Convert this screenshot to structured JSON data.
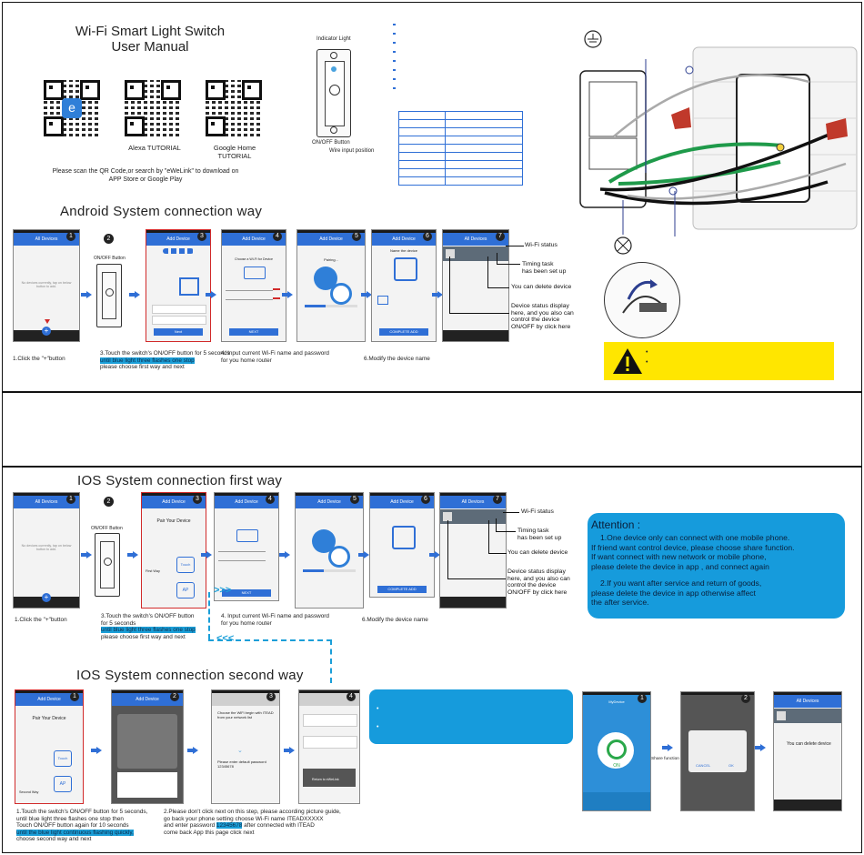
{
  "header": {
    "title_line1": "Wi-Fi Smart Light Switch",
    "title_line2": "User Manual",
    "qr_labels": [
      "Alexa TUTORIAL",
      "Google Home",
      "TUTORIAL"
    ],
    "qr_note_line1": "Please scan the QR Code,or search by \"eWeLink\" to download on",
    "qr_note_line2": "APP Store or Google Play",
    "ewelink_logo": "e",
    "indicator_light": "Indicator Light",
    "onoff_button": "ON/OFF Button",
    "wire_input": "Wire input position"
  },
  "android": {
    "title": "Android System connection way",
    "step1": "1.Click the \"+\"button",
    "step3_line1": "3.Touch the switch's ON/OFF button for 5 seconds",
    "step3_hl": "until blue light three flashes one stop",
    "step3_line2": "please choose first way and next",
    "step4_line1": "4. Input  current Wi-Fi name and password",
    "step4_line2": "for you home router",
    "step6": "6.Modify the device name",
    "annot_wifi": "Wi-Fi status",
    "annot_timing1": "Timing task",
    "annot_timing2": "has been set up",
    "annot_delete": "You can delete device",
    "annot_display1": "Device status display",
    "annot_display2": "here, and you also can",
    "annot_display3": "control the device",
    "annot_display4": "ON/OFF by click here",
    "onoff_small": "ON/OFF Button",
    "screen_header": "All Devices",
    "add_device": "Add Device",
    "no_devices": "No devices currently, tap on below button to add.",
    "next": "NEXT",
    "complete": "COMPLETE ADD",
    "pairing": "Pairing...",
    "name_device": "Name the device",
    "choose_wifi": "Choose a Wi-Fi for Device"
  },
  "ios1": {
    "title": "IOS System connection first way",
    "step1": "1.Click the \"+\"button",
    "step3_line1": "3.Touch the switch's ON/OFF button",
    "step3_line2": "for 5 seconds",
    "step3_hl": "until blue light three flashes one stop",
    "step3_line3": "please choose first way and next",
    "step4_line1": "4. Input  current Wi-Fi name and password",
    "step4_line2": "for you home router",
    "step6": "6.Modify the device name",
    "onoff_small": "ON/OFF Button",
    "pair_device": "Pair Your Device",
    "first_way": "First Way",
    "touch": "Touch",
    "ap": "AP"
  },
  "attention": {
    "title": "Attention :",
    "p1_line1": "1.One device only can connect with one mobile phone.",
    "p1_line2": "If friend want control device, please choose share function.",
    "p1_line3": "If want connect with new network or mobile phone,",
    "p1_line4": "please delete the device in app , and connect again",
    "p2_line1": "2.If you want after service and return of goods,",
    "p2_line2": "please delete the device in app otherwise affect",
    "p2_line3": "the after service."
  },
  "ios2": {
    "title": "IOS System connection second way",
    "step1_line1": "1.Touch the switch's ON/OFF button for 5 seconds,",
    "step1_line2": "until blue light three flashes one stop then",
    "step1_line3": "Touch ON/OFF button again for 10 seconds",
    "step1_hl": "until the blue light continuous flashing quickly,",
    "step1_line4": "choose second way and next",
    "step2_line1": "2.Please don't click next on this step, please according picture guide,",
    "step2_line2": "go back your phone setting choose Wi-Fi name ITEADXXXXX",
    "step2_line3a": "and enter password ",
    "step2_pw": "12345678",
    "step2_line3b": " after connected with ITEAD",
    "step2_line4": "come back App this page click next",
    "second_way": "Second Way",
    "choose_ssid": "Choose the WiFi begin with ITEAD from your network list",
    "enter_pw": "Please enter default password 12345678",
    "return_app": "Return to eWeLink",
    "share_function": "Share function",
    "on_label": "ON",
    "my_device": "MyDevice",
    "cancel": "CANCEL",
    "ok": "OK",
    "delete_device": "You can delete device",
    "all_devices": "All Devices"
  },
  "colors": {
    "blue": "#2f6fd6",
    "attention_bg": "#169bdc",
    "highlight": "#1b9fd8",
    "warning_bg": "#ffe600",
    "red": "#d12a2a",
    "green_wire": "#1f9a4a"
  }
}
